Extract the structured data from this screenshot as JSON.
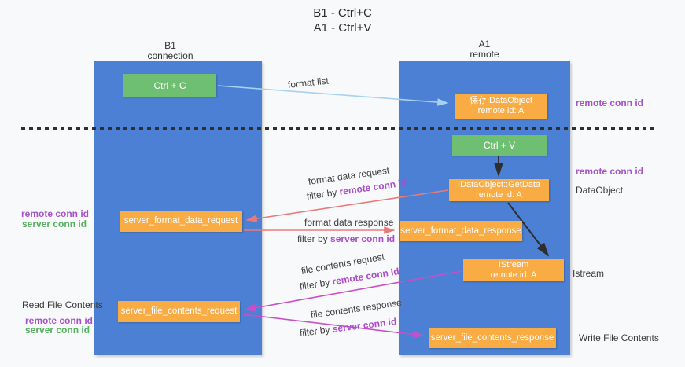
{
  "title": {
    "line1": "B1 - Ctrl+C",
    "line2": "A1 - Ctrl+V"
  },
  "lifelines": {
    "left": {
      "name": "B1",
      "role": "connection"
    },
    "right": {
      "name": "A1",
      "role": "remote"
    }
  },
  "nodes": {
    "ctrl_c": {
      "label": "Ctrl + C"
    },
    "ctrl_v": {
      "label": "Ctrl + V"
    },
    "save_dataobject": {
      "line1": "保存IDataObject",
      "line2": "remote id: A"
    },
    "getdata": {
      "line1": "IDataObject::GetData",
      "line2": "remote id: A"
    },
    "istream": {
      "line1": "IStream",
      "line2": "remote id: A"
    },
    "format_request": {
      "label": "server_format_data_request"
    },
    "format_response": {
      "label": "server_format_data_response"
    },
    "file_request": {
      "label": "server_file_contents_request"
    },
    "file_response": {
      "label": "server_file_contents_response"
    }
  },
  "arrow_labels": {
    "format_list": "format list",
    "format_data_request": "format data request",
    "format_data_request_filter_prefix": "filter by ",
    "format_data_request_filter_key": "remote conn id",
    "format_data_response": "format data response",
    "format_data_response_filter_prefix": "filter by ",
    "format_data_response_filter_key": "server conn id",
    "file_contents_request": "file contents request",
    "file_contents_request_filter_prefix": "filter by ",
    "file_contents_request_filter_key": "remote conn id",
    "file_contents_response": "file contents response",
    "file_contents_response_filter_prefix": "filter by ",
    "file_contents_response_filter_key": "server conn id"
  },
  "side_labels": {
    "remote_conn_id_top_right": "remote conn id",
    "remote_conn_id_mid_right": "remote conn id",
    "dataobject": "DataObject",
    "istream": "Istream",
    "write_file_contents": "Write File Contents",
    "read_file_contents": "Read File Contents",
    "remote_conn_id_left": "remote conn id",
    "server_conn_id_left": "server conn id",
    "remote_conn_id_bottom_left": "remote conn id",
    "server_conn_id_bottom_left": "server conn id"
  },
  "colors": {
    "lifeline_blue": "#4b80d4",
    "node_green": "#6ebf72",
    "node_orange": "#f9ab44",
    "conn_id_purple": "#a652c9",
    "conn_id_green": "#56b060",
    "arrow_salmon": "#ea7a7a",
    "arrow_magenta": "#c84fc8",
    "arrow_lightblue": "#a6d2ef",
    "arrow_black": "#2e2e2e"
  }
}
